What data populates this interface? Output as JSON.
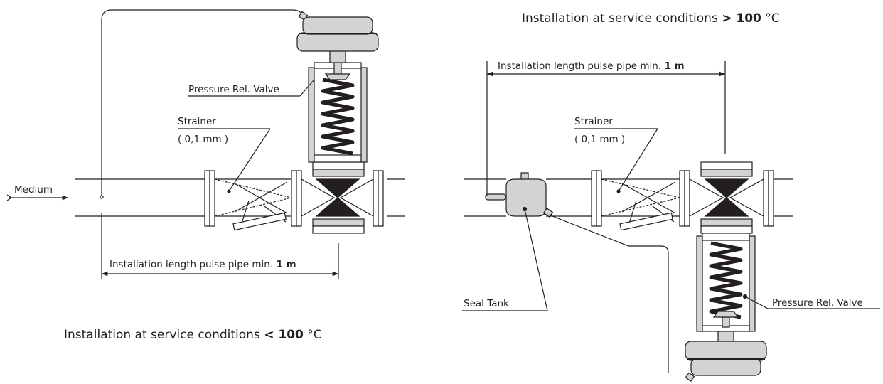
{
  "left": {
    "caption_prefix": "Installation at service conditions",
    "caption_op": "< 100",
    "caption_unit": " °C",
    "medium_label": "Medium",
    "valve_label": "Pressure Rel. Valve",
    "strainer_label": "Strainer",
    "strainer_mesh": "( 0,1 mm )",
    "length_label": "Installation length pulse pipe min.",
    "length_value": "1 m"
  },
  "right": {
    "caption_prefix": "Installation at service conditions",
    "caption_op": "> 100",
    "caption_unit": " °C",
    "valve_label": "Pressure Rel. Valve",
    "strainer_label": "Strainer",
    "strainer_mesh": "( 0,1 mm )",
    "seal_tank_label": "Seal Tank",
    "length_label": "Installation length pulse pipe min.",
    "length_value": "1 m"
  },
  "colors": {
    "line": "#231f20",
    "part_fill": "#d1d3d4",
    "background": "#ffffff"
  }
}
